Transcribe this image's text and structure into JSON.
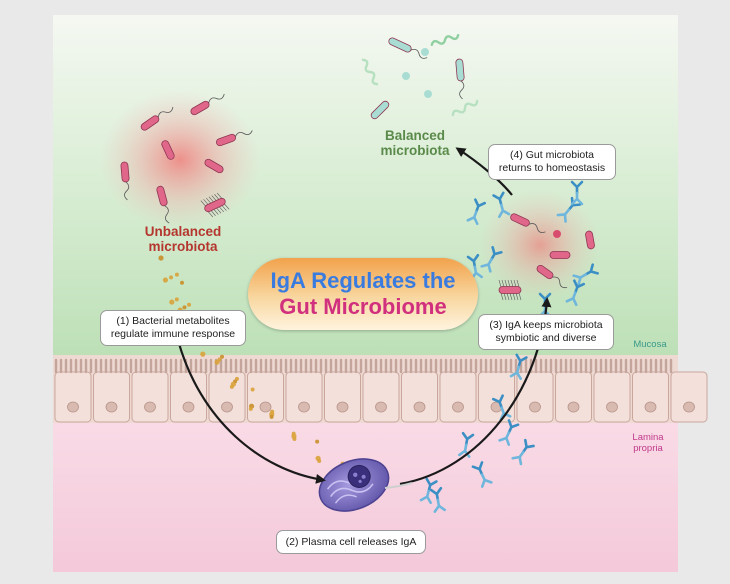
{
  "title": {
    "line1": "IgA Regulates the",
    "line2": "Gut Microbiome"
  },
  "labels": {
    "unbalanced": {
      "line1": "Unbalanced",
      "line2": "microbiota",
      "color": "#b4362e"
    },
    "balanced": {
      "line1": "Balanced",
      "line2": "microbiota",
      "color": "#5a8a4a"
    },
    "mucosa": {
      "text": "Mucosa",
      "color": "#3a9a8a"
    },
    "lamina": {
      "line1": "Lamina",
      "line2": "propria",
      "color": "#c03a8a"
    }
  },
  "steps": [
    {
      "line1": "(1) Bacterial metabolites",
      "line2": "regulate immune response"
    },
    {
      "line1": "(2) Plasma cell releases IgA",
      "line2": ""
    },
    {
      "line1": "(3) IgA keeps microbiota",
      "line2": "symbiotic and diverse"
    },
    {
      "line1": "(4) Gut microbiota",
      "line2": "returns to homeostasis"
    }
  ],
  "colors": {
    "lumen_top": "#f4f8f1",
    "lumen_bottom": "#c3e3be",
    "epithelium": "#efd9d3",
    "lamina_bg": "#f7d3e2",
    "bacteria_unbalanced": "#e0678a",
    "bacteria_balanced": "#a9ddd3",
    "iga": "#3b8fc4",
    "metabolite": "#d9a23a",
    "plasma_cell": "#7b6fc0"
  },
  "icons": [
    "bacteria-rod-icon",
    "spirochete-icon",
    "iga-antibody-icon",
    "plasma-cell-icon",
    "metabolite-dot-icon"
  ]
}
